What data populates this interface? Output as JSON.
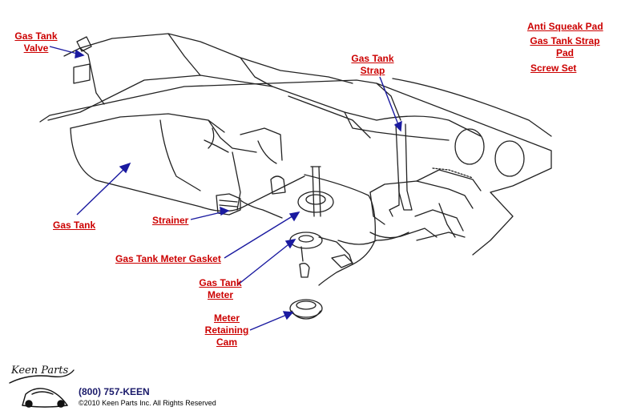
{
  "labels": {
    "gas_tank_valve": "Gas Tank Valve",
    "gas_tank_valve_l1": "Gas Tank",
    "gas_tank_valve_l2": "Valve",
    "gas_tank": "Gas Tank",
    "strainer": "Strainer",
    "meter_gasket": "Gas Tank Meter Gasket",
    "gas_tank_meter_l1": "Gas Tank",
    "gas_tank_meter_l2": "Meter",
    "retaining_cam_l1": "Meter",
    "retaining_cam_l2": "Retaining",
    "retaining_cam_l3": "Cam",
    "strap_l1": "Gas Tank",
    "strap_l2": "Strap",
    "anti_squeak": "Anti Squeak Pad",
    "strap_pad_l1": "Gas Tank Strap",
    "strap_pad_l2": "Pad",
    "screw_set": "Screw Set"
  },
  "footer": {
    "logo_text": "Keen Parts",
    "phone": "(800) 757-KEEN",
    "copyright": "©2010 Keen Parts Inc. All Rights Reserved"
  },
  "colors": {
    "label": "#cc0000",
    "arrow": "#1a1aa0",
    "line_art": "#222222"
  }
}
